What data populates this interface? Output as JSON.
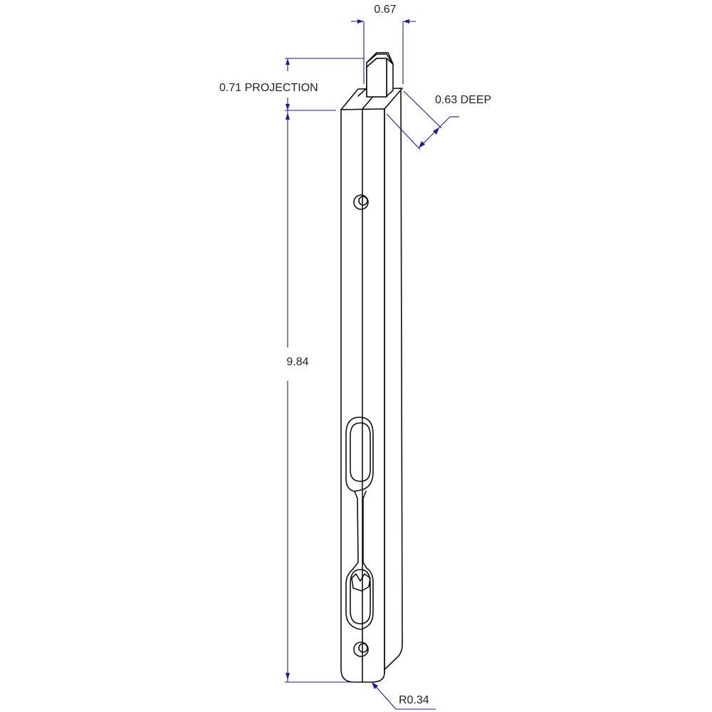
{
  "dimensions": {
    "tip_width": "0.67",
    "projection": "0.71 PROJECTION",
    "depth": "0.63 DEEP",
    "length": "9.84",
    "radius": "R0.34"
  },
  "colors": {
    "outline": "#111111",
    "dimension_line": "#1a1aa8",
    "text": "#222222",
    "background": "#ffffff"
  }
}
